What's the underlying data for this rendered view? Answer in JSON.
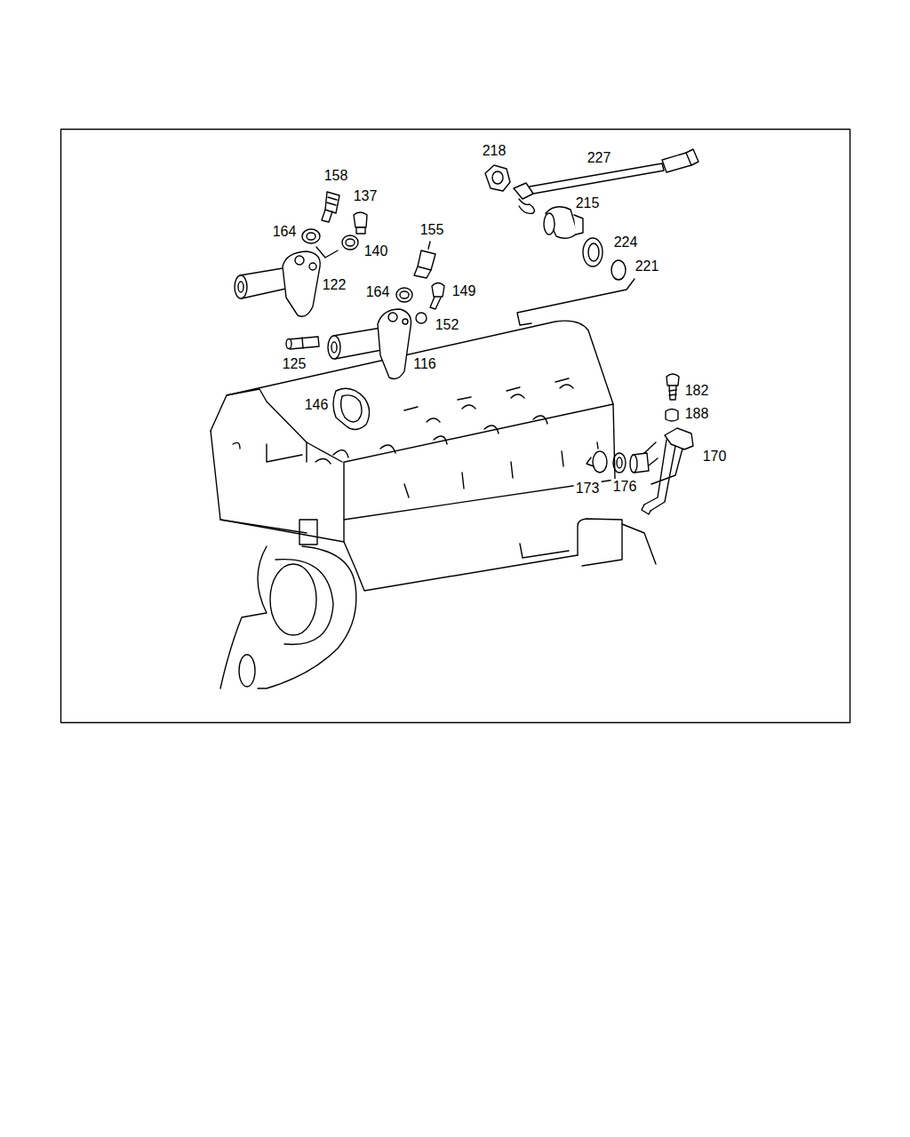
{
  "diagram": {
    "labels": [
      "218",
      "227",
      "158",
      "137",
      "215",
      "164",
      "140",
      "155",
      "224",
      "221",
      "122",
      "164",
      "149",
      "152",
      "125",
      "116",
      "182",
      "146",
      "188",
      "170",
      "173",
      "176"
    ]
  }
}
